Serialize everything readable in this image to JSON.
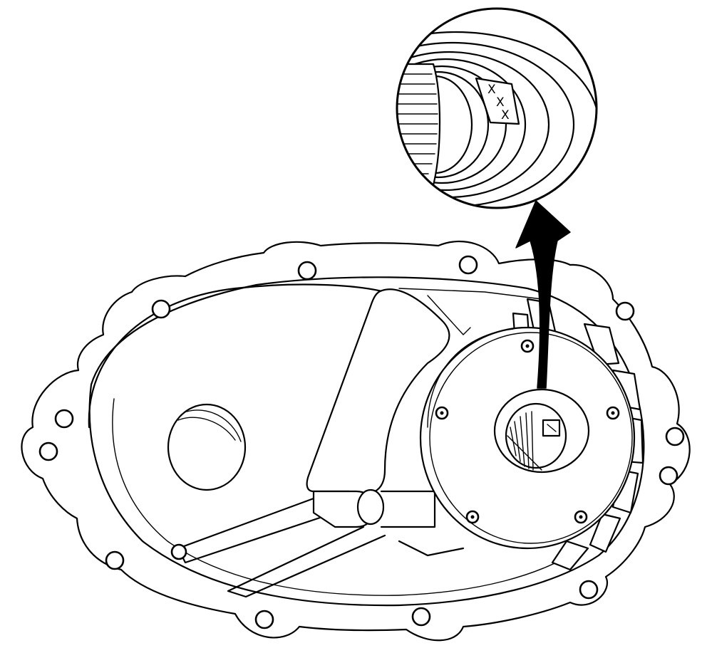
{
  "detail": {
    "marking_chars": [
      "X",
      "X",
      "X"
    ]
  },
  "colors": {
    "line": "#000000",
    "background": "#ffffff"
  }
}
